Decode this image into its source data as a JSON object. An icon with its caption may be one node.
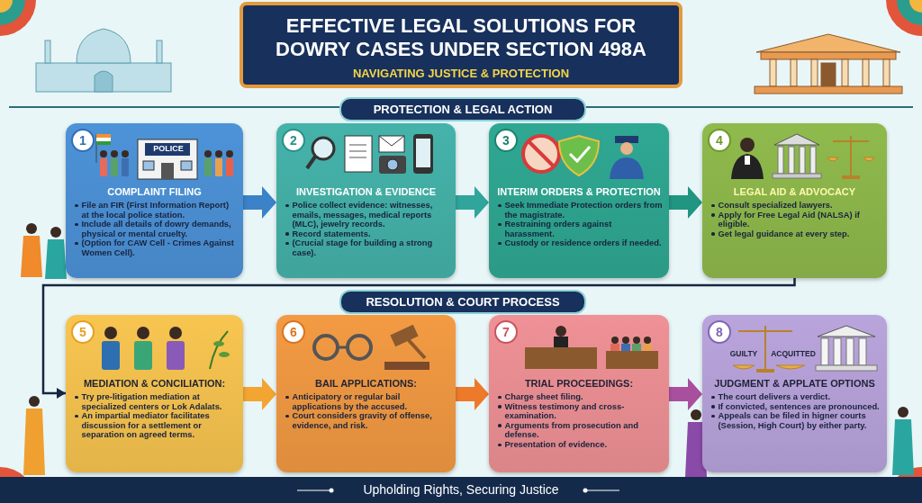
{
  "diagram": {
    "title": "EFFECTIVE LEGAL SOLUTIONS FOR DOWRY CASES UNDER SECTION 498A",
    "caption": "Upholding Rights, Securing Justice",
    "nodes": [
      {
        "text": [
          "1",
          "COMPLAINT FILING",
          "File an FIR (First Information Report) at the local police station.",
          "Include all details of dowry demands, physical or mental cruelty.",
          "(Option for CAW Cell - Crimes Against Women Cell)."
        ]
      },
      {
        "text": [
          "2",
          "INVESTIGATION & EVIDENCE",
          "Police collect evidence: witnesses, emails, messages, medical reports (MLC), jewelry records.",
          "Record statements.",
          "(Crucial stage for building a strong case)."
        ]
      },
      {
        "text": [
          "3",
          "INTERIM ORDERS & PROTECTION",
          "Seek Immediate Protection orders from the magistrate.",
          "Restraining orders against harassment.",
          "Custody or residence orders if needed."
        ]
      },
      {
        "text": [
          "4",
          "LEGAL AID & ADVOCACY",
          "Consult specialized lawyers.",
          "Apply for Free Legal Aid (NALSA) if eligible.",
          "Get legal guidance at every step."
        ]
      },
      {
        "text": [
          "5",
          "MEDIATION & CONCILIATION:",
          "Try pre-litigation mediation at specialized centers or Lok Adalats.",
          "An impartial mediator facilitates discussion for a settlement or separation on agreed terms."
        ]
      },
      {
        "text": [
          "6",
          "BAIL APPLICATIONS:",
          "Anticipatory or regular bail applications by the accused.",
          "Court considers gravity of offense, evidence, and risk."
        ]
      },
      {
        "text": [
          "7",
          "TRIAL PROCEEDINGS:",
          "Charge sheet filing.",
          "Witness testimony and cross-examination.",
          "Arguments from prosecution and defense.",
          "Presentation of evidence."
        ]
      },
      {
        "text": [
          "8",
          "JUDGMENT & APPLATE OPTIONS",
          "The court delivers a verdict.",
          "If convicted, sentences are pronounced.",
          "Appeals can be filed in higner courts (Session, High Court) by either party."
        ]
      }
    ],
    "edges": [
      {
        "from": 0,
        "to": 1,
        "arrow": "to",
        "style": "thick",
        "color": "#3b82c8"
      },
      {
        "from": 1,
        "to": 2,
        "arrow": "to",
        "style": "thick",
        "color": "#2fa59c"
      },
      {
        "from": 2,
        "to": 3,
        "arrow": "to",
        "style": "thick",
        "color": "#1f9582"
      },
      {
        "from": 3,
        "to": 4,
        "arrow": "to",
        "color": "#16253f"
      },
      {
        "from": 4,
        "to": 5,
        "arrow": "to",
        "style": "thick",
        "color": "#f2a531"
      },
      {
        "from": 5,
        "to": 6,
        "arrow": "to",
        "style": "thick",
        "color": "#ec7a2a"
      },
      {
        "from": 6,
        "to": 7,
        "arrow": "to",
        "style": "thick",
        "color": "#a8509e"
      }
    ],
    "labels": [
      "NAVIGATING JUSTICE & PROTECTION",
      "PROTECTION & LEGAL ACTION",
      "POLICE",
      "RESOLUTION & COURT PROCESS",
      "GUILTY",
      "ACQUITTED"
    ]
  }
}
